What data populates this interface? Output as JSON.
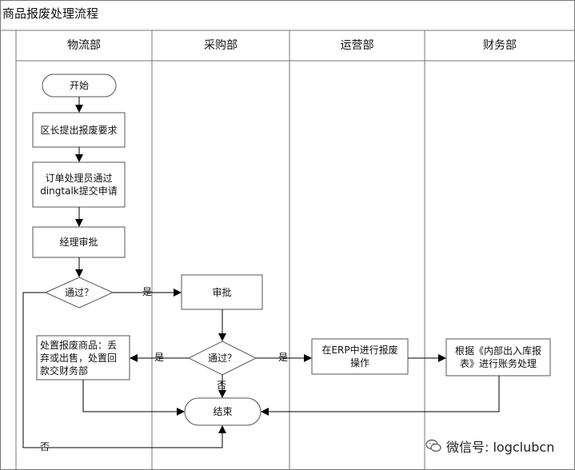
{
  "title": "商品报废处理流程",
  "lanes": [
    "物流部",
    "采购部",
    "运营部",
    "财务部"
  ],
  "nodes": {
    "start": "开始",
    "step1": "区长提出报废要求",
    "step2": "订单处理员通过\ndingtalk提交申请",
    "step3": "经理审批",
    "decision1": "通过？",
    "approve": "审批",
    "decision2": "通过？",
    "dispose": "处置报废商品：丢\n弃或出售，处置回\n款交财务部",
    "erp": "在ERP中进行报废\n操作",
    "finance": "根据《内部出入库报\n表》进行账务处理",
    "end": "结束"
  },
  "edge_labels": {
    "yes1": "是",
    "yes2": "是",
    "yes3": "是",
    "no1": "否",
    "no2": "否"
  },
  "watermark": "微信号: logclubcn",
  "colors": {
    "line": "#000000",
    "border": "#555555"
  }
}
